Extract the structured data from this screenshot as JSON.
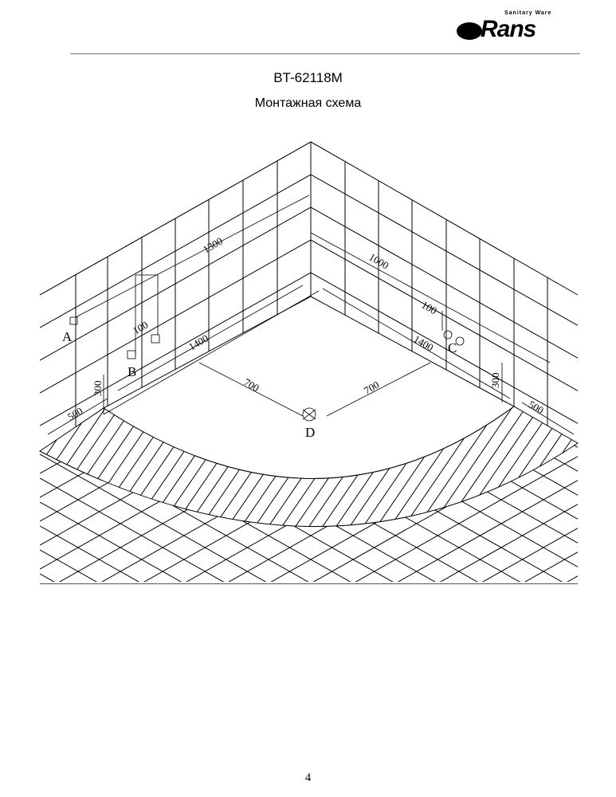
{
  "logo": {
    "word": "Rans",
    "tagline": "Sanitary Ware"
  },
  "header": {
    "model": "BT-62118M",
    "subtitle": "Монтажная схема"
  },
  "diagram": {
    "dimensions": {
      "left_wall_length": "1300",
      "right_wall_length": "1000",
      "left_offset": "100",
      "right_offset": "100",
      "left_tub": "1400",
      "right_tub": "1400",
      "left_center": "700",
      "right_center": "700",
      "left_height": "300",
      "right_height": "300",
      "left_edge": "500",
      "right_edge": "500"
    },
    "labels": {
      "a": "A",
      "b": "B",
      "c": "C",
      "d": "D"
    }
  },
  "footer": {
    "page_number": "4"
  }
}
